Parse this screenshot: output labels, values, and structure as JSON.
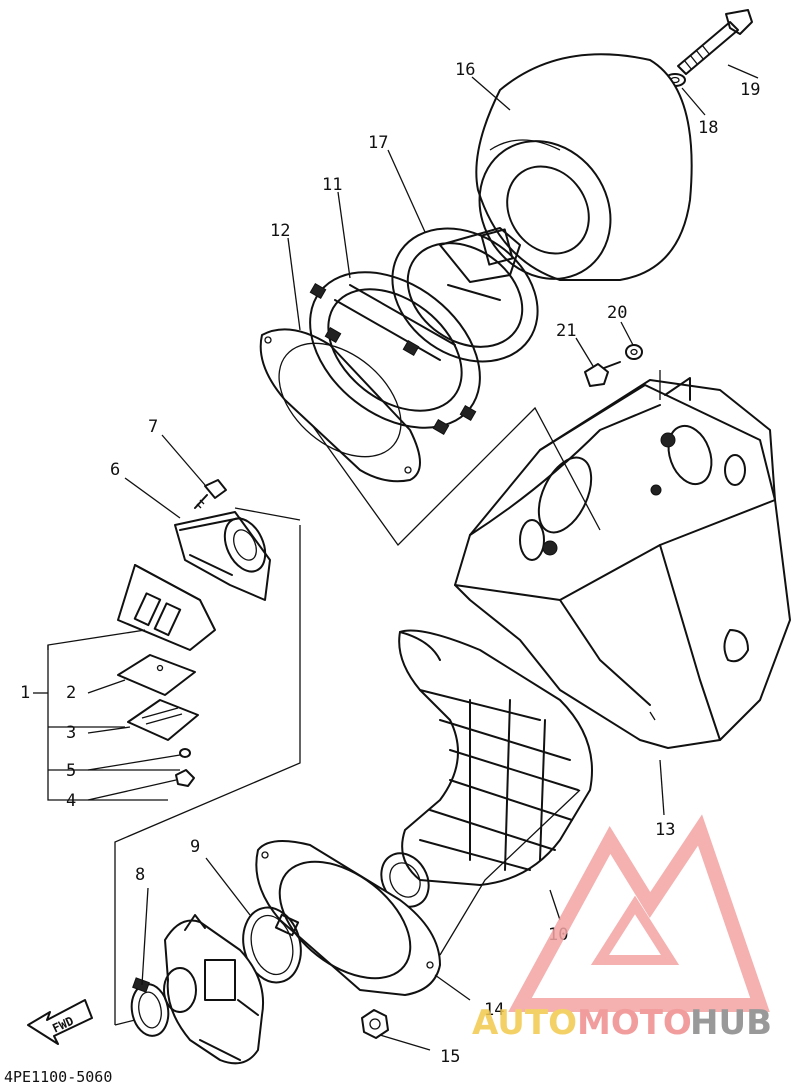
{
  "diagram": {
    "callouts": [
      {
        "id": "c1",
        "label": "1"
      },
      {
        "id": "c2",
        "label": "2"
      },
      {
        "id": "c3",
        "label": "3"
      },
      {
        "id": "c4",
        "label": "4"
      },
      {
        "id": "c5",
        "label": "5"
      },
      {
        "id": "c6",
        "label": "6"
      },
      {
        "id": "c7",
        "label": "7"
      },
      {
        "id": "c8",
        "label": "8"
      },
      {
        "id": "c9",
        "label": "9"
      },
      {
        "id": "c10",
        "label": "10"
      },
      {
        "id": "c11",
        "label": "11"
      },
      {
        "id": "c12",
        "label": "12"
      },
      {
        "id": "c13",
        "label": "13"
      },
      {
        "id": "c14",
        "label": "14"
      },
      {
        "id": "c15",
        "label": "15"
      },
      {
        "id": "c16",
        "label": "16"
      },
      {
        "id": "c17",
        "label": "17"
      },
      {
        "id": "c18",
        "label": "18"
      },
      {
        "id": "c19",
        "label": "19"
      },
      {
        "id": "c20",
        "label": "20"
      },
      {
        "id": "c21",
        "label": "21"
      }
    ],
    "fwd_label": "FWD",
    "part_code": "4PE1100-5060"
  },
  "watermark": {
    "auto": "AUTO",
    "moto": "MOTO",
    "hub": "HUB",
    "colors": {
      "auto": "#f2c94c",
      "moto": "#f08c8c",
      "hub": "#888888",
      "triangle": "#f4a3a3"
    }
  },
  "colors": {
    "ink": "#111111",
    "paper": "#ffffff"
  }
}
